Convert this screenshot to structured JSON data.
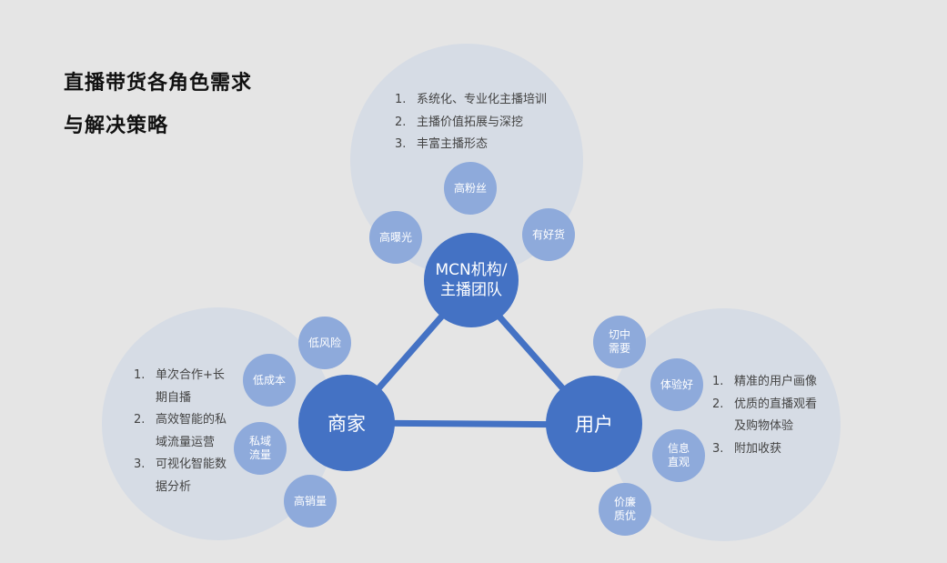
{
  "title": {
    "line1": "直播带货各角色需求",
    "line2": "与解决策略"
  },
  "colors": {
    "background": "#e5e5e5",
    "halo": "#d6dce5",
    "main": "#4472c4",
    "need": "#8eaadb",
    "text": "#444444"
  },
  "roles": {
    "mcn": {
      "label": "MCN机构/主播团队",
      "label_line1": "MCN机构/",
      "label_line2": "主播团队",
      "needs": [
        "高曝光",
        "高粉丝",
        "有好货"
      ],
      "strategies": [
        {
          "num": "1.",
          "text": "系统化、专业化主播培训"
        },
        {
          "num": "2.",
          "text": "主播价值拓展与深挖"
        },
        {
          "num": "3.",
          "text": "丰富主播形态"
        }
      ]
    },
    "merchant": {
      "label": "商家",
      "needs": [
        "低风险",
        "低成本",
        "私域流量",
        "高销量"
      ],
      "needs_display": [
        [
          "低风险"
        ],
        [
          "低成本"
        ],
        [
          "私域",
          "流量"
        ],
        [
          "高销量"
        ]
      ],
      "strategies": [
        {
          "num": "1.",
          "line1": "单次合作+长",
          "line2": "期自播"
        },
        {
          "num": "2.",
          "line1": "高效智能的私",
          "line2": "域流量运营"
        },
        {
          "num": "3.",
          "line1": "可视化智能数",
          "line2": "据分析"
        }
      ]
    },
    "user": {
      "label": "用户",
      "needs": [
        "切中需要",
        "体验好",
        "信息直观",
        "价廉质优"
      ],
      "needs_display": [
        [
          "切中",
          "需要"
        ],
        [
          "体验好"
        ],
        [
          "信息",
          "直观"
        ],
        [
          "价廉",
          "质优"
        ]
      ],
      "strategies": [
        {
          "num": "1.",
          "line1": "精准的用户画像",
          "line2": ""
        },
        {
          "num": "2.",
          "line1": "优质的直播观看",
          "line2": "及购物体验"
        },
        {
          "num": "3.",
          "line1": "附加收获",
          "line2": ""
        }
      ]
    }
  }
}
